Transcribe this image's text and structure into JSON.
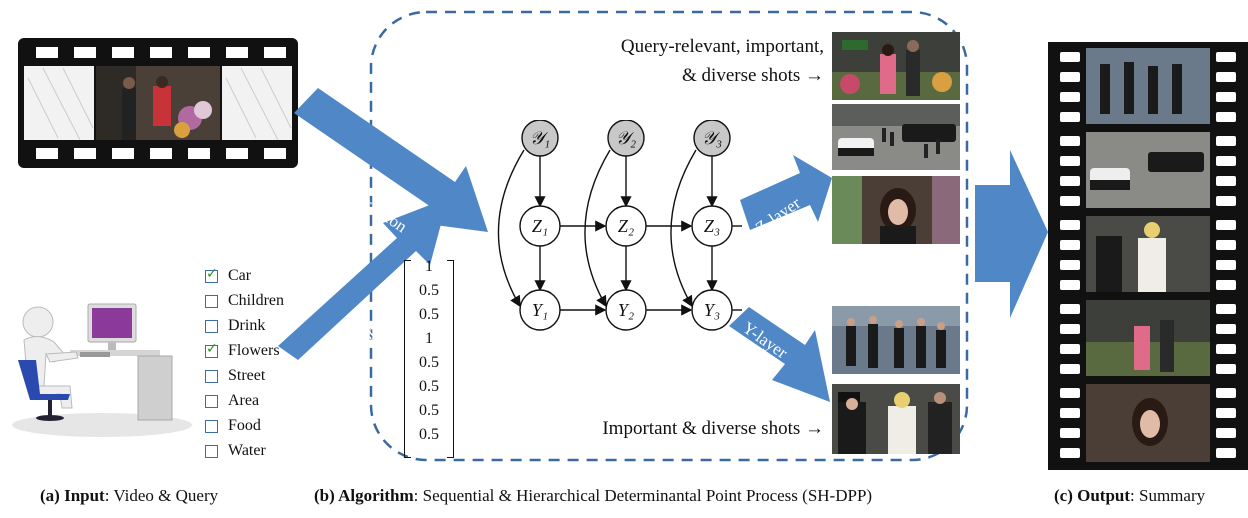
{
  "input": {
    "query_items": [
      {
        "label": "Car",
        "checked": true
      },
      {
        "label": "Children",
        "checked": false
      },
      {
        "label": "Drink",
        "checked": false
      },
      {
        "label": "Flowers",
        "checked": true
      },
      {
        "label": "Street",
        "checked": false
      },
      {
        "label": "Area",
        "checked": false
      },
      {
        "label": "Food",
        "checked": false
      },
      {
        "label": "Water",
        "checked": false
      }
    ],
    "caption_bold": "(a) Input",
    "caption_rest": ": Video & Query"
  },
  "algorithm": {
    "arrow_feature": "Feature Extraction",
    "arrow_scaling": "Scaling",
    "vector": [
      "1",
      "0.5",
      "0.5",
      "1",
      "0.5",
      "0.5",
      "0.5",
      "0.5"
    ],
    "nodes": {
      "y_cal": [
        "𝒴₁",
        "𝒴₂",
        "𝒴₃"
      ],
      "z": [
        "Z₁",
        "Z₂",
        "Z₃"
      ],
      "y": [
        "Y₁",
        "Y₂",
        "Y₃"
      ]
    },
    "arrow_zlayer": "Z-layer",
    "arrow_ylayer": "Y-layer",
    "top_text_line1": "Query-relevant, important,",
    "top_text_line2": "& diverse shots →",
    "bottom_text": "Important & diverse shots →",
    "caption_bold": "(b) Algorithm",
    "caption_rest": ": Sequential & Hierarchical Determinantal Point Process (SH-DPP)"
  },
  "output": {
    "caption_bold": "(c) Output",
    "caption_rest": ": Summary"
  },
  "colors": {
    "arrow_blue": "#4f87c7",
    "dashed_border": "#3a6aa0",
    "node_gray": "#c8c8c8",
    "checkbox_border": "#3b6ea8",
    "check_green": "#2c8c2c"
  }
}
